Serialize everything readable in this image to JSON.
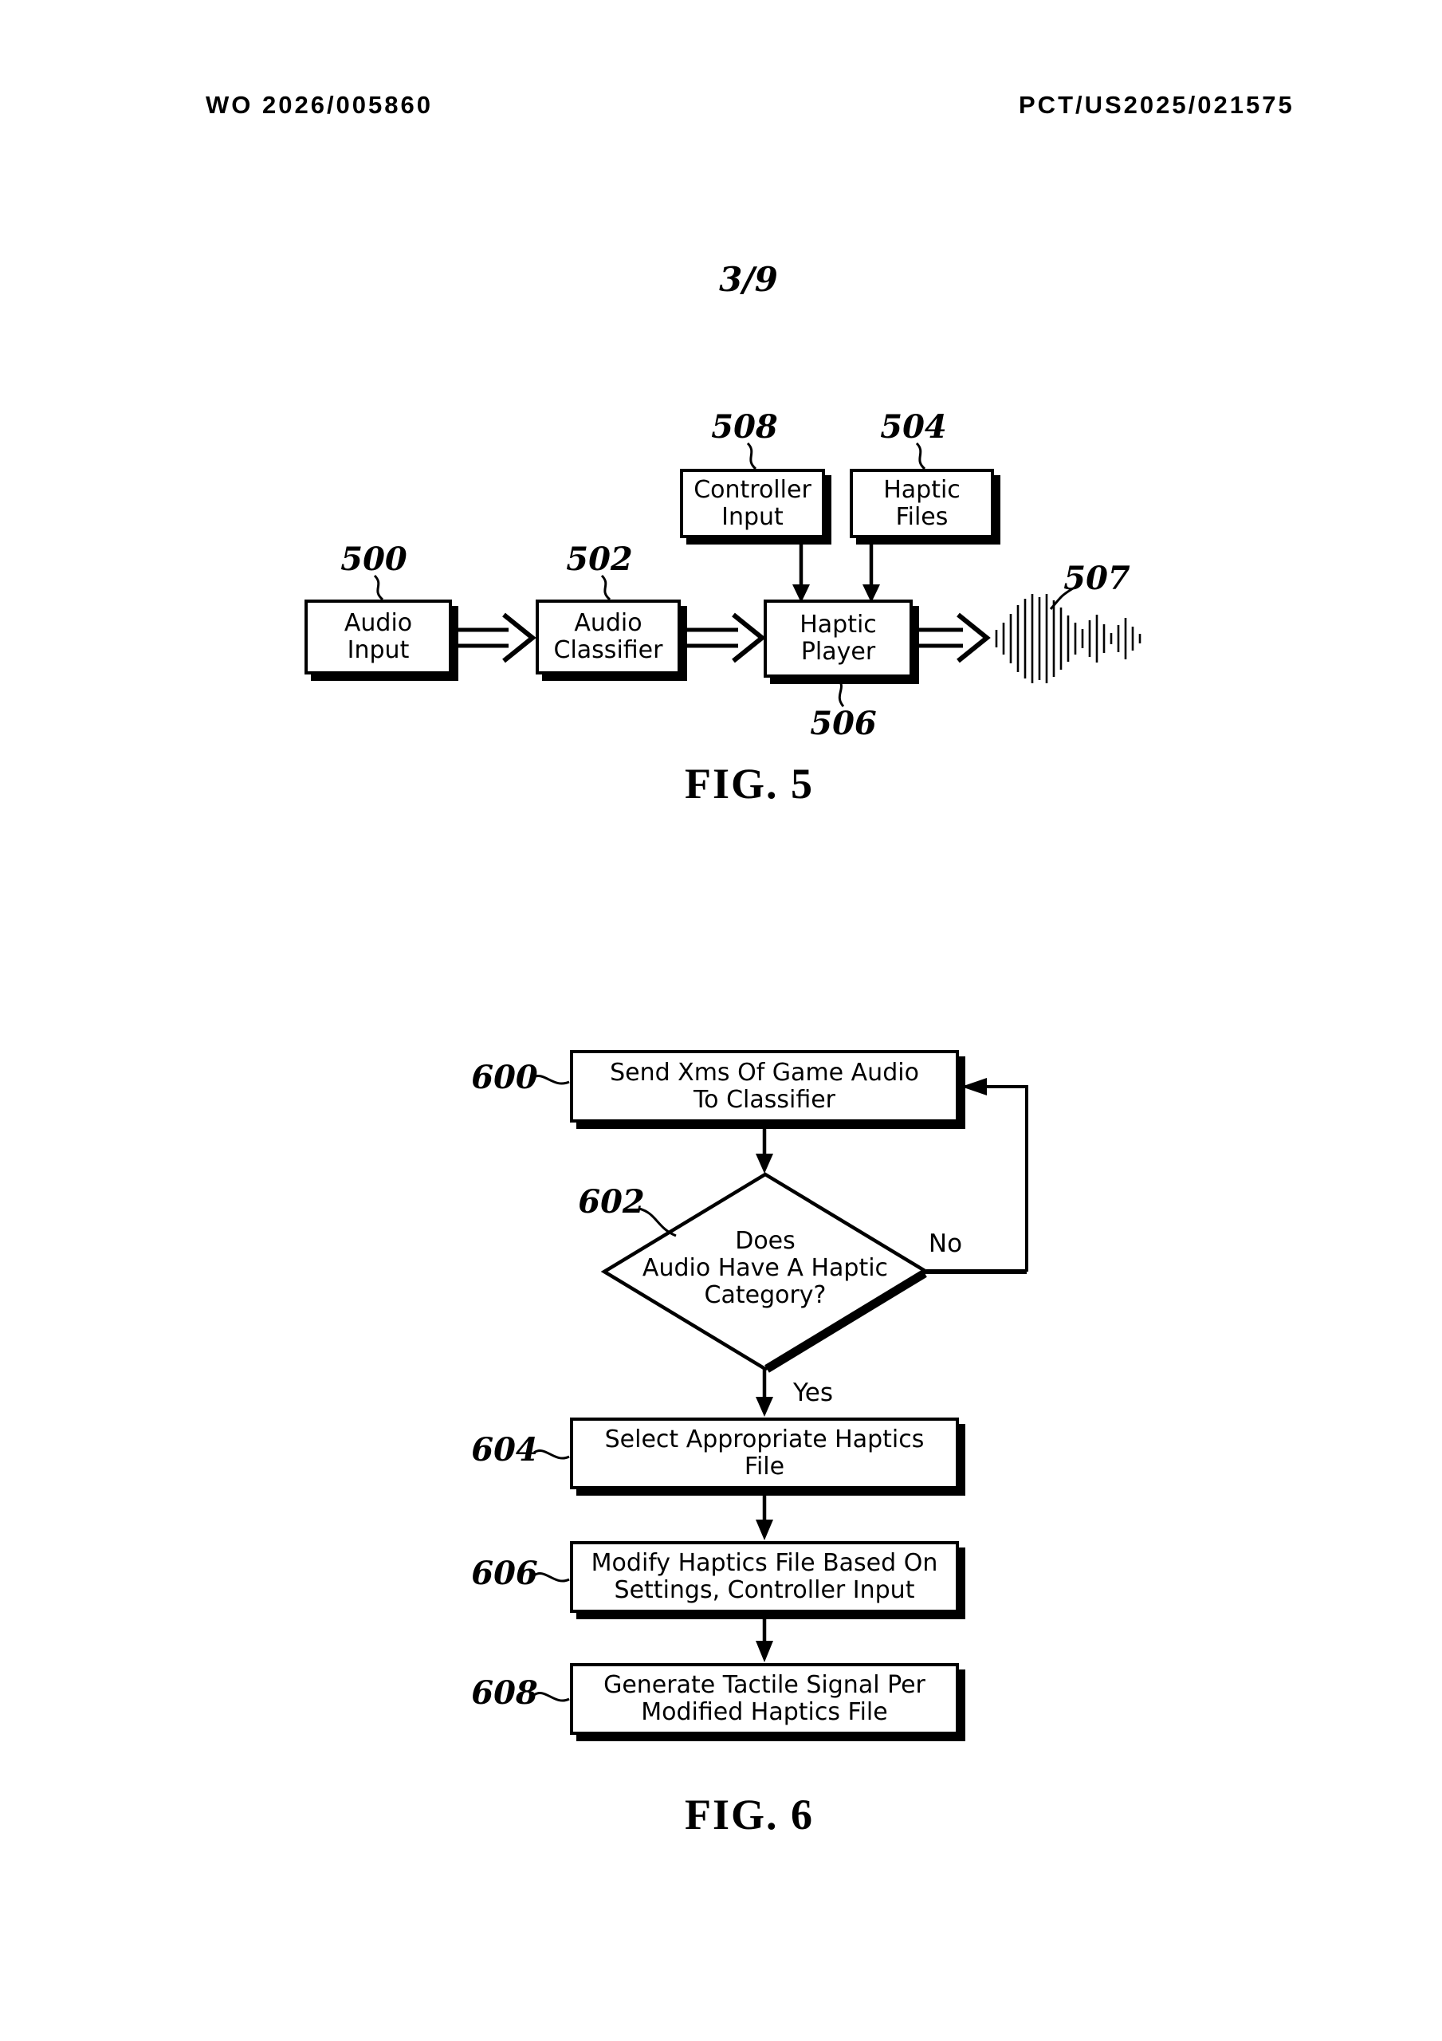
{
  "header": {
    "left": "WO 2026/005860",
    "right": "PCT/US2025/021575"
  },
  "page_number": "3/9",
  "fig5": {
    "caption": "FIG. 5",
    "boxes": {
      "audio_input": "Audio\nInput",
      "audio_classifier": "Audio\nClassifier",
      "haptic_player": "Haptic\nPlayer",
      "controller_input": "Controller\nInput",
      "haptic_files": "Haptic\nFiles"
    },
    "labels": {
      "l500": "500",
      "l502": "502",
      "l504": "504",
      "l506": "506",
      "l507": "507",
      "l508": "508"
    },
    "waveform": {
      "icon": "sound-wave",
      "step": 9,
      "bar_heights": [
        22,
        40,
        62,
        84,
        100,
        112,
        104,
        112,
        96,
        78,
        58,
        40,
        24,
        46,
        60,
        36,
        14,
        34,
        52,
        30,
        12
      ]
    }
  },
  "fig6": {
    "caption": "FIG. 6",
    "boxes": {
      "b600": "Send Xms Of Game Audio\nTo Classifier",
      "b604": "Select Appropriate Haptics\nFile",
      "b606": "Modify Haptics File Based On\nSettings, Controller Input",
      "b608": "Generate Tactile Signal Per\nModified Haptics File"
    },
    "diamond": "Does\nAudio Have A Haptic\nCategory?",
    "labels": {
      "l600": "600",
      "l602": "602",
      "l604": "604",
      "l606": "606",
      "l608": "608"
    },
    "branch": {
      "yes": "Yes",
      "no": "No"
    }
  },
  "colors": {
    "ink": "#000000",
    "paper": "#ffffff"
  }
}
